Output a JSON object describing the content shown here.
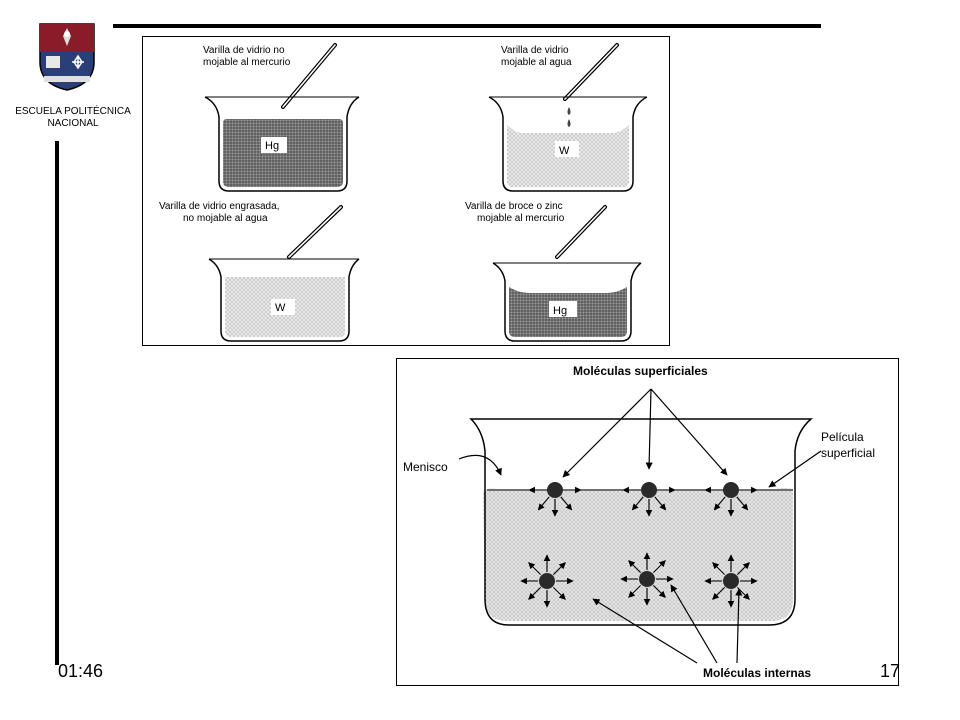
{
  "header": {
    "school_line1": "ESCUELA POLITÉCNICA",
    "school_line2": "NACIONAL"
  },
  "figure_top": {
    "panel1": {
      "label_line1": "Varilla de vidrio no",
      "label_line2": "mojable al mercurio",
      "liquid": "Hg"
    },
    "panel2": {
      "label_line1": "Varilla de vidrio",
      "label_line2": "mojable al agua",
      "liquid": "W"
    },
    "panel3": {
      "label_line1": "Varilla de vidrio engrasada,",
      "label_line2": "no mojable al agua",
      "liquid": "W"
    },
    "panel4": {
      "label_line1": "Varilla de broce o zinc",
      "label_line2": "mojable al mercurio",
      "liquid": "Hg"
    }
  },
  "figure_bottom": {
    "surface_molecules": "Moléculas superficiales",
    "surface_film_line1": "Película",
    "surface_film_line2": "superficial",
    "meniscus": "Menisco",
    "internal_molecules": "Moléculas internas"
  },
  "footer": {
    "time": "01:46",
    "page_number": "17"
  }
}
